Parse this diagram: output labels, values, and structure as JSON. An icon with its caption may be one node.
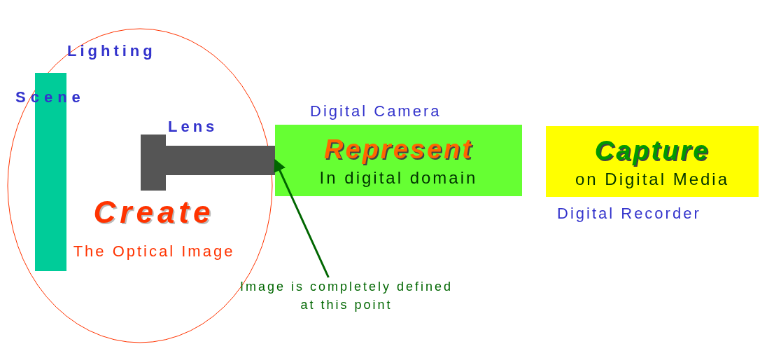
{
  "diagram": {
    "nodes": [
      {
        "text": [
          "Create",
          "The Optical Image"
        ]
      },
      {
        "text": [
          "Scene"
        ],
        "in": 0
      },
      {
        "text": [
          "Lens"
        ],
        "in": 0
      },
      {
        "text": [
          "Represent",
          "In digital domain"
        ],
        "beside": [
          "Digital Camera"
        ]
      },
      {
        "text": [
          "Capture",
          "on Digital Media"
        ],
        "beside": [
          "Digital Recorder"
        ]
      },
      {
        "text": [
          "Image is completely defined at this point"
        ]
      }
    ],
    "edges": [
      {
        "from": 5,
        "to": 2,
        "arrow": "to"
      }
    ],
    "labels": [
      "Lighting"
    ]
  }
}
